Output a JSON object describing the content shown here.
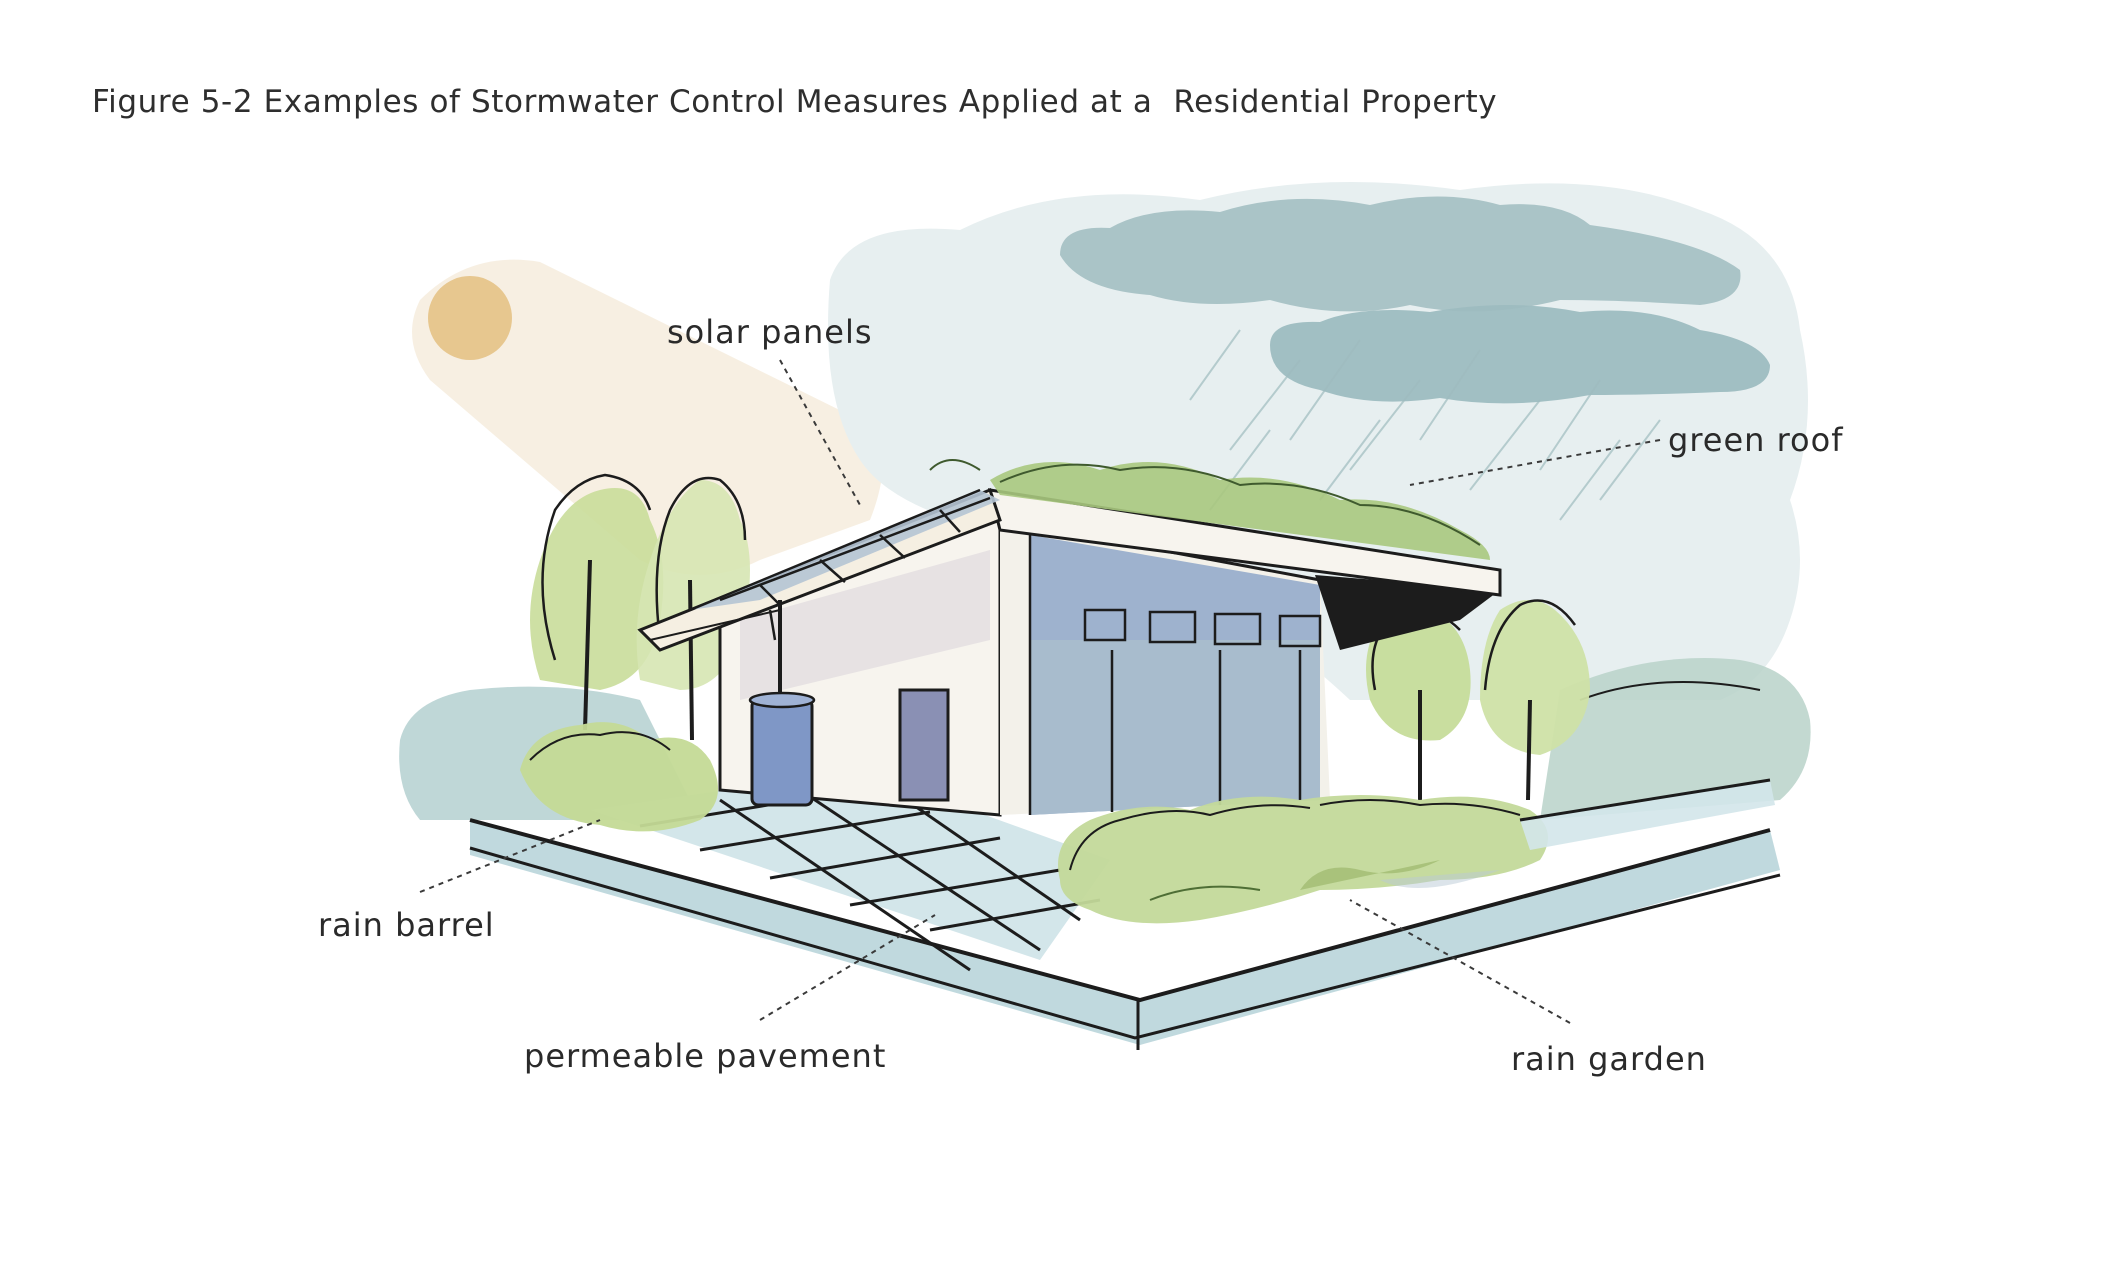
{
  "figure": {
    "title": "Figure 5-2 Examples of Stormwater Control Measures Applied at a  Residential Property"
  },
  "labels": {
    "solar_panels": "solar panels",
    "green_roof": "green roof",
    "rain_barrel": "rain barrel",
    "permeable_pavement": "permeable pavement",
    "rain_garden": "rain garden"
  },
  "colors": {
    "sun": "#e6c48a",
    "sun_glow": "#f6ead6",
    "cloud_light": "#e6eeee",
    "cloud_dark": "#9fbcbf",
    "foliage": "#c9dd9a",
    "foliage_dark": "#8fb46a",
    "window_blue": "#7e97be",
    "pavement": "#bcd4dc",
    "ink": "#1c1c1c"
  }
}
